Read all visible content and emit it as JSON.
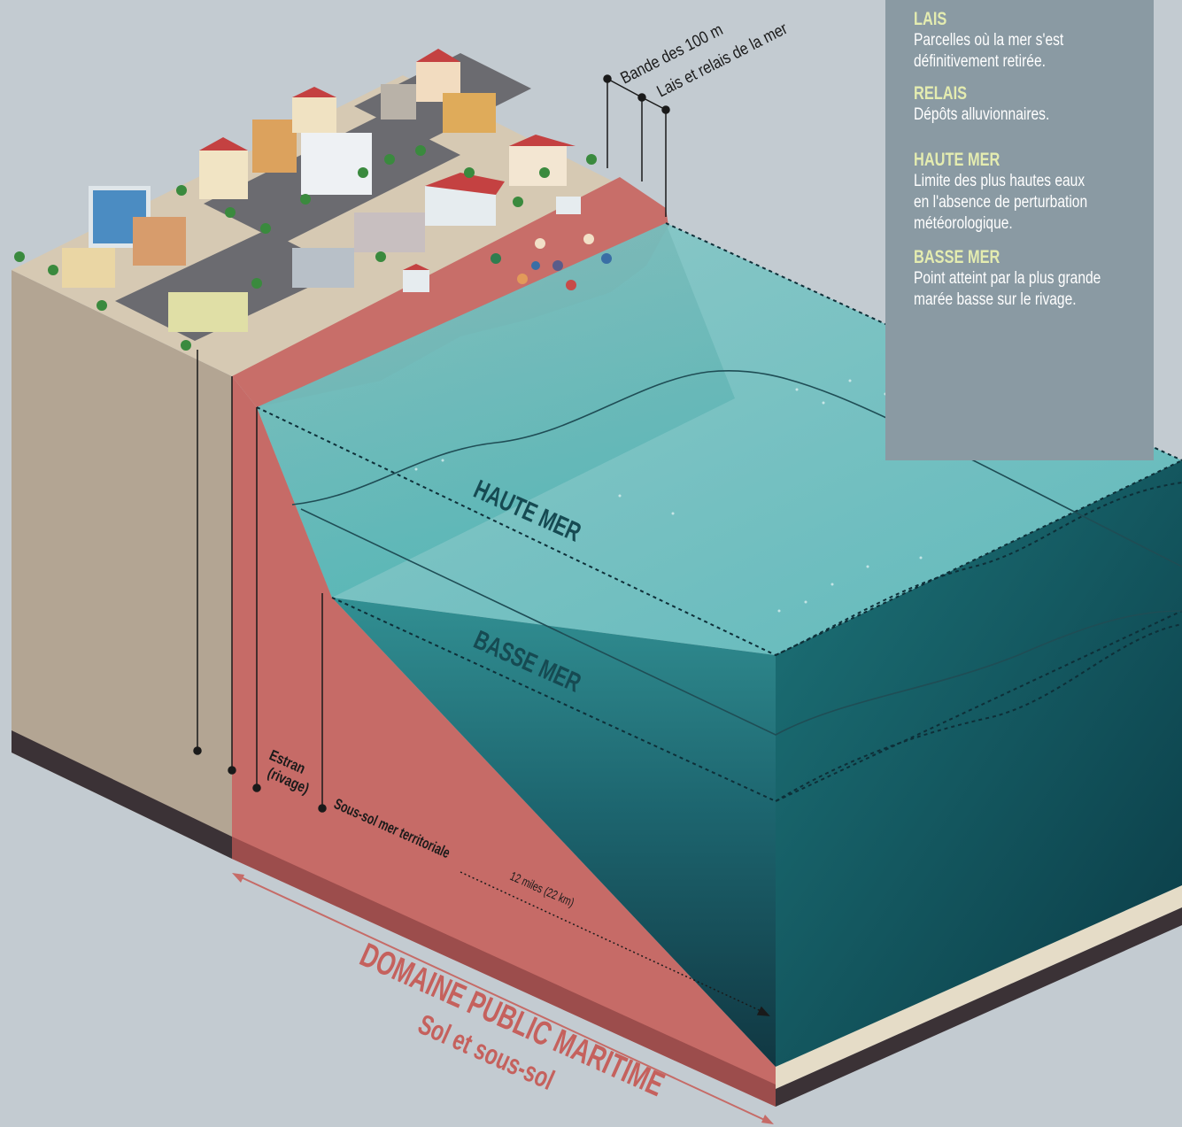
{
  "legend": [
    {
      "title": "LAIS",
      "lines": [
        "Parcelles où la mer s'est",
        "définitivement retirée."
      ]
    },
    {
      "title": "RELAIS",
      "lines": [
        "Dépôts alluvionnaires."
      ]
    },
    {
      "title": "HAUTE MER",
      "lines": [
        "Limite des plus hautes eaux",
        "en l'absence de perturbation",
        "météorologique."
      ]
    },
    {
      "title": "BASSE MER",
      "lines": [
        "Point atteint par la plus grande",
        "marée basse sur le rivage."
      ]
    }
  ],
  "labels": {
    "bande": "Bande des 100 m",
    "lais_relais": "Lais et relais de la mer",
    "estran_1": "Estran",
    "estran_2": "(rivage)",
    "sous_sol": "Sous-sol mer territoriale",
    "miles": "12 miles (22 km)",
    "haute_mer": "HAUTE MER",
    "basse_mer": "BASSE MER",
    "domaine_1": "DOMAINE PUBLIC MARITIME",
    "domaine_2": "Sol et sous-sol"
  },
  "colors": {
    "background": "#c3cbd1",
    "land_side": "#b3a593",
    "land_top": "#d6c9b3",
    "domain_red": "#c66b67",
    "water_light": "#5fc0c0",
    "water_dark": "#0b3b46",
    "legend_panel": "#8a9aa3",
    "legend_title": "#e4ecb0"
  }
}
